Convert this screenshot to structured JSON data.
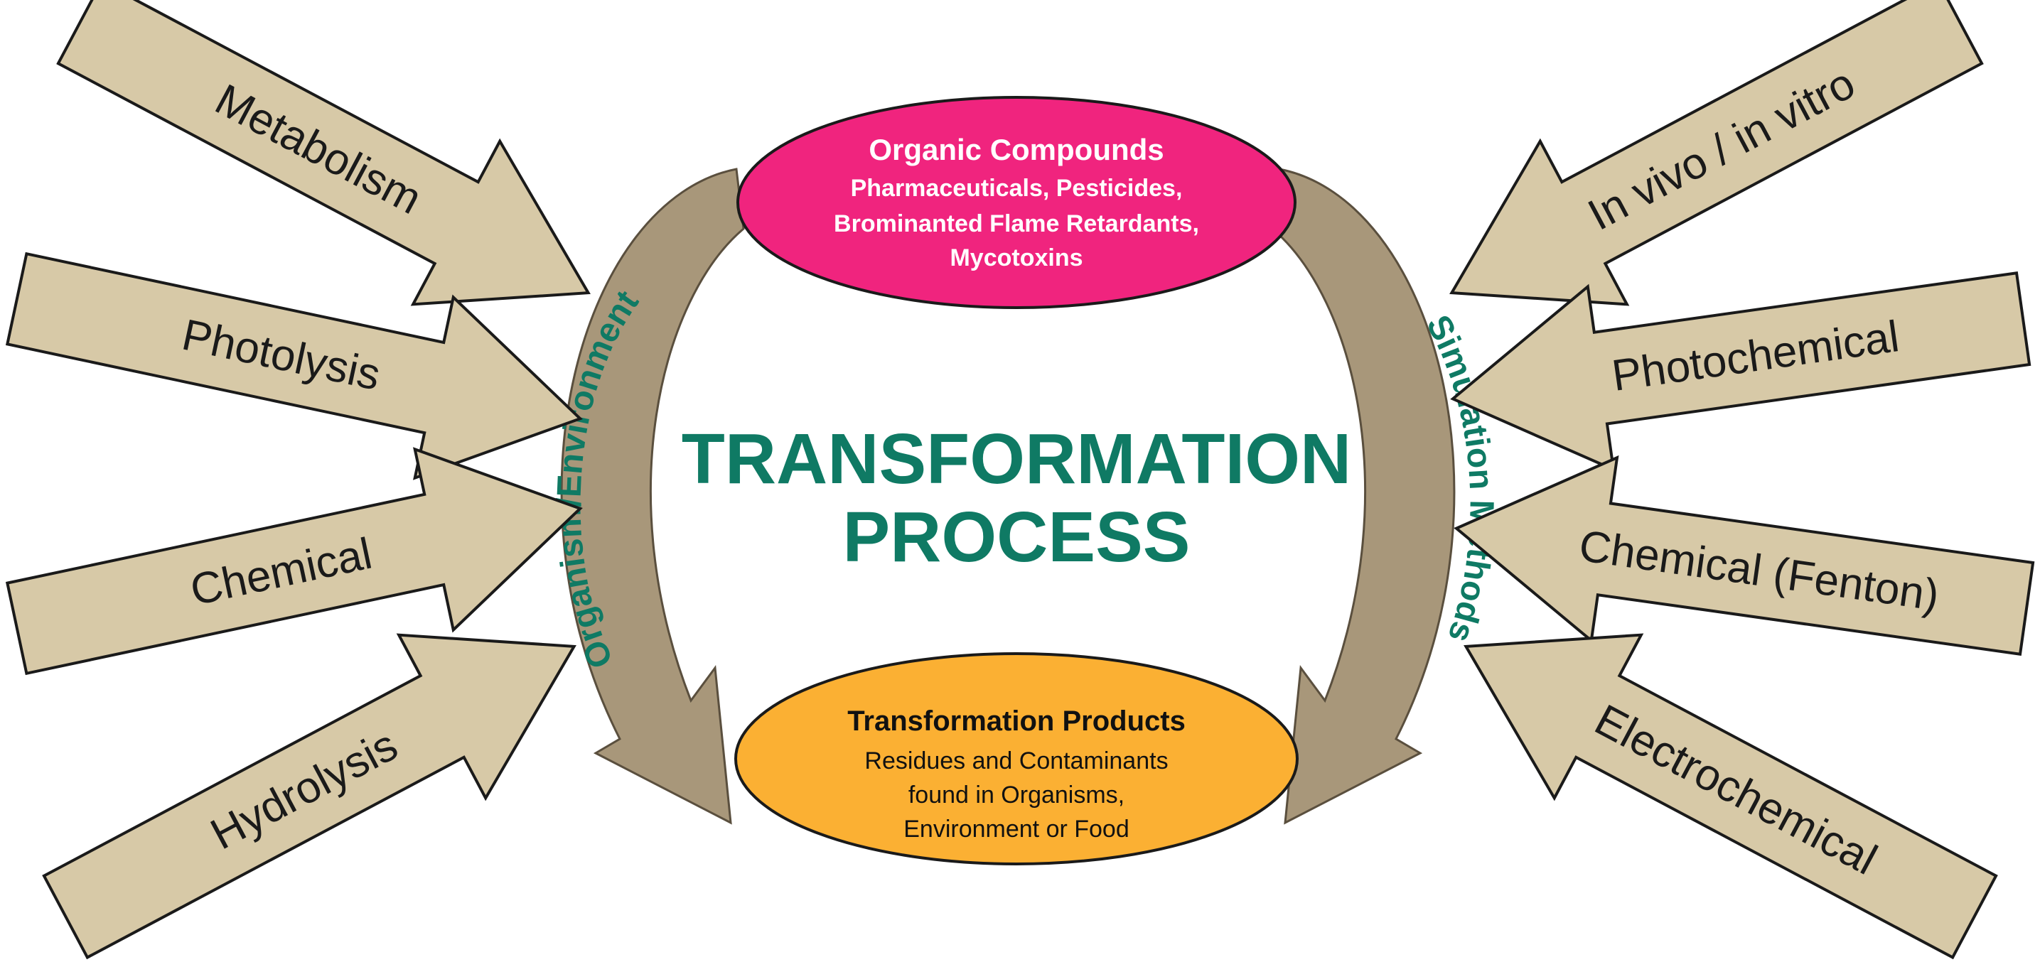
{
  "left_arrows": [
    {
      "label": "Metabolism"
    },
    {
      "label": "Photolysis"
    },
    {
      "label": "Chemical"
    },
    {
      "label": "Hydrolysis"
    }
  ],
  "right_arrows": [
    {
      "label": "In vivo / in vitro"
    },
    {
      "label": "Photochemical"
    },
    {
      "label": "Chemical (Fenton)"
    },
    {
      "label": "Electrochemical"
    }
  ],
  "organic_compounds": {
    "title": "Organic Compounds",
    "lines": [
      "Pharmaceuticals, Pesticides,",
      "Brominanted Flame Retardants,",
      "Mycotoxins"
    ]
  },
  "transformation_products": {
    "title": "Transformation Products",
    "lines": [
      "Residues and Contaminants",
      "found in Organisms,",
      "Environment or Food"
    ]
  },
  "center": {
    "line1": "TRANSFORMATION",
    "line2": "PROCESS"
  },
  "left_arc_label": "Organism/Environment",
  "right_arc_label": "Simulation Methods",
  "colors": {
    "arrow_fill": "#d7c9a7",
    "curved_arrow_fill": "#a8977a",
    "top_ellipse": "#f0247e",
    "bottom_ellipse": "#fbb033",
    "accent_text": "#0f7a64"
  }
}
